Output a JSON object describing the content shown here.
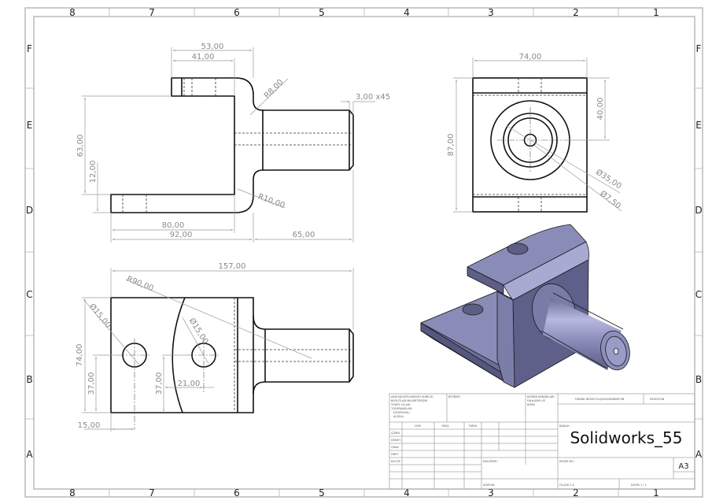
{
  "sheet": {
    "zones_horizontal": [
      "8",
      "7",
      "6",
      "5",
      "4",
      "3",
      "2",
      "1"
    ],
    "zones_vertical": [
      "F",
      "E",
      "D",
      "C",
      "B",
      "A"
    ]
  },
  "views": {
    "front": {
      "dimensions": {
        "d53": "53,00",
        "d41": "41,00",
        "r8": "R8,00",
        "chamfer": "3,00 x45",
        "d63": "63,00",
        "d12": "12,00",
        "r10": "R10,00",
        "d80": "80,00",
        "d92": "92,00",
        "d65": "65,00"
      }
    },
    "side": {
      "dimensions": {
        "d74": "74,00",
        "d87": "87,00",
        "d40": "40,00",
        "dia35": "Ø35,00",
        "dia7_5": "Ø7,50"
      }
    },
    "top": {
      "dimensions": {
        "d157": "157,00",
        "r90": "R90,00",
        "dia15_a": "Ø15,00",
        "dia15_b": "Ø15,00",
        "d74": "74,00",
        "d37_a": "37,00",
        "d37_b": "37,00",
        "d21": "21,00",
        "d15": "15,00"
      }
    },
    "isometric": {
      "label": "isometric-3d-view",
      "color_face": "#8a8cb8",
      "color_dark": "#5c5e86",
      "color_light": "#a9abd6"
    }
  },
  "title_block": {
    "notes": [
      "AKSİ BELİRTİLMEDİĞİ SÜRECE:",
      "BOYUTLAR MİLİMETREDİR",
      "YÜZEY CİLASI:",
      "TOLERANSLAR:",
      "DOĞRUSAL:",
      "AÇISAL:"
    ],
    "bitirme": "BİTİRME:",
    "edges": [
      "KESKİN KENARLARI",
      "FAHLAYIN VE",
      "KIRIN"
    ],
    "no_scale": "TEKNİK RESMİ ÖLÇEKLENDİRMEYİN",
    "revision": "REVİZYON",
    "col_headers": [
      "İSİM",
      "İMZA",
      "TARİH"
    ],
    "row_labels": [
      "ÇİZEN",
      "DENET.",
      "ONAY.",
      "ÜRET.",
      "KALİTE"
    ],
    "material": "MALZEME:",
    "weight": "AĞIRLIK:",
    "title_label": "BAŞLIK:",
    "title": "Solidworks_55",
    "drawing_no": "RESİM NO.",
    "size": "A3",
    "scale": "ÖLÇEK:1:2",
    "sheet": "SAYFA 1 / 1"
  }
}
